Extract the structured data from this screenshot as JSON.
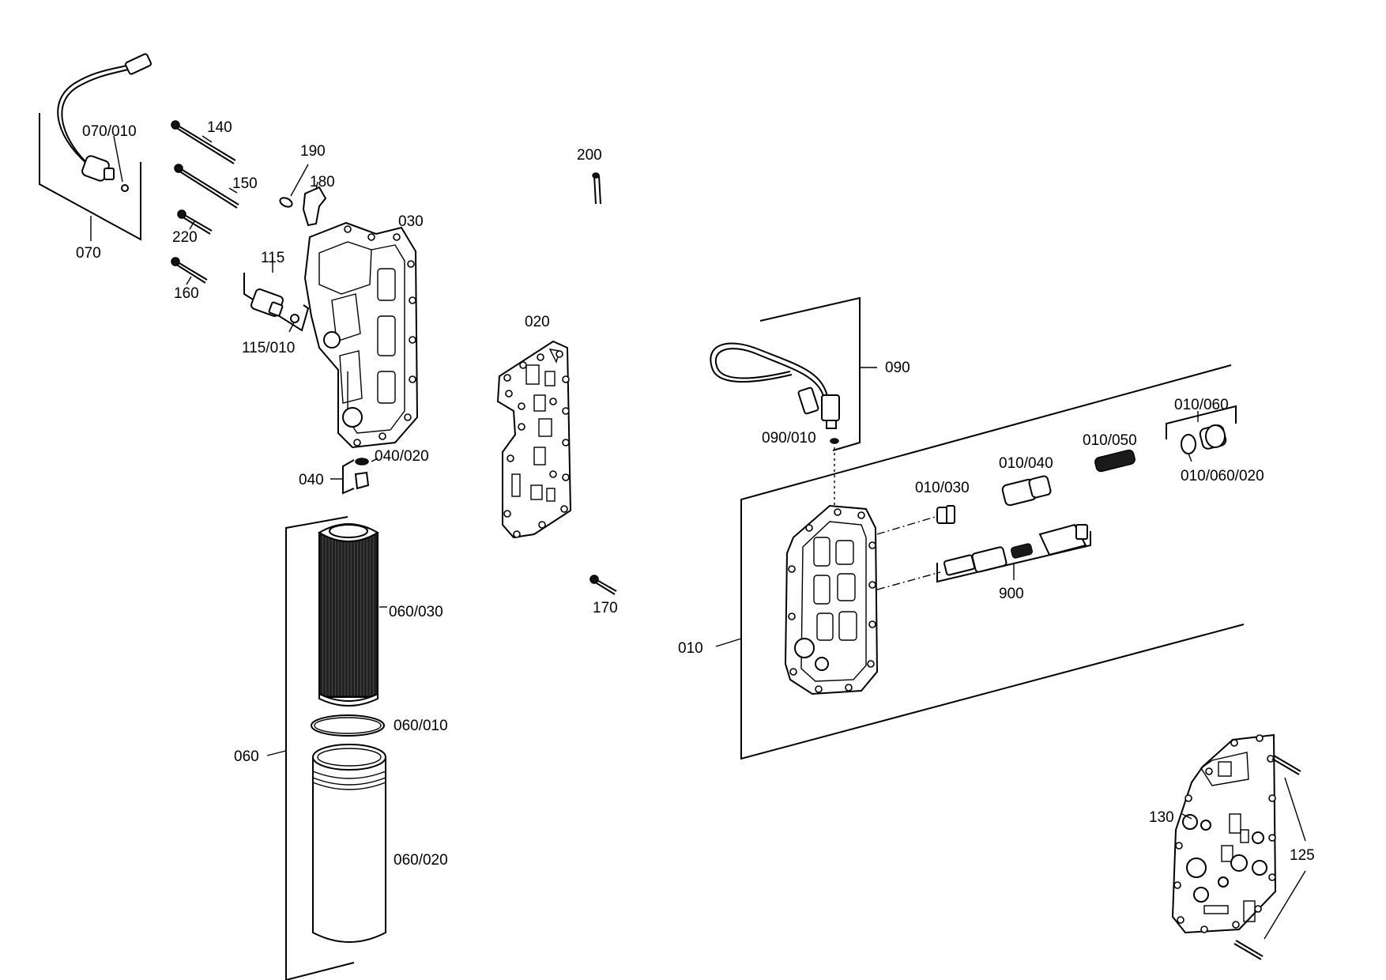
{
  "labels": {
    "l070_010": "070/010",
    "l070": "070",
    "l140": "140",
    "l150": "150",
    "l220": "220",
    "l160": "160",
    "l190": "190",
    "l180": "180",
    "l030": "030",
    "l115": "115",
    "l115_010": "115/010",
    "l200": "200",
    "l020": "020",
    "l040": "040",
    "l040_020": "040/020",
    "l060_030": "060/030",
    "l060_010": "060/010",
    "l060": "060",
    "l060_020": "060/020",
    "l170": "170",
    "l090": "090",
    "l090_010": "090/010",
    "l010_060": "010/060",
    "l010_050": "010/050",
    "l010_040": "010/040",
    "l010_030": "010/030",
    "l010_060_020": "010/060/020",
    "l900": "900",
    "l010": "010",
    "l130": "130",
    "l125": "125"
  }
}
